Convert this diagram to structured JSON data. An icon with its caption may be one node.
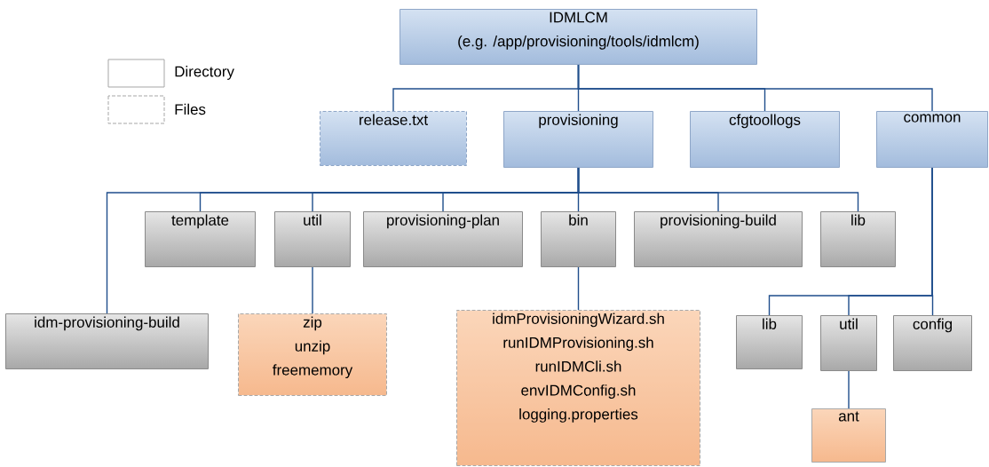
{
  "diagram": {
    "nodes": [
      {
        "text": [
          "IDMLCM",
          "(e.g. /app/provisioning/tools/idmlcm)"
        ]
      },
      {
        "text": [
          "release.txt"
        ]
      },
      {
        "text": [
          "provisioning"
        ]
      },
      {
        "text": [
          "cfgtoollogs"
        ]
      },
      {
        "text": [
          "common"
        ]
      },
      {
        "text": [
          "template"
        ]
      },
      {
        "text": [
          "util"
        ]
      },
      {
        "text": [
          "provisioning-plan"
        ]
      },
      {
        "text": [
          "bin"
        ]
      },
      {
        "text": [
          "provisioning-build"
        ]
      },
      {
        "text": [
          "lib"
        ]
      },
      {
        "text": [
          "idm-provisioning-build"
        ]
      },
      {
        "text": [
          "zip",
          "unzip",
          "freememory"
        ]
      },
      {
        "text": [
          "idmProvisioningWizard.sh",
          "runIDMProvisioning.sh",
          "runIDMCli.sh",
          "envIDMConfig.sh",
          "logging.properties"
        ]
      },
      {
        "text": [
          "lib"
        ]
      },
      {
        "text": [
          "util"
        ]
      },
      {
        "text": [
          "config"
        ]
      },
      {
        "text": [
          "ant"
        ]
      }
    ],
    "edges": [
      {
        "from": 0,
        "to": 1,
        "arrow": "none"
      },
      {
        "from": 0,
        "to": 2,
        "arrow": "none"
      },
      {
        "from": 0,
        "to": 3,
        "arrow": "none"
      },
      {
        "from": 0,
        "to": 4,
        "arrow": "none"
      },
      {
        "from": 2,
        "to": 11,
        "arrow": "none"
      },
      {
        "from": 2,
        "to": 5,
        "arrow": "none"
      },
      {
        "from": 2,
        "to": 6,
        "arrow": "none"
      },
      {
        "from": 2,
        "to": 7,
        "arrow": "none"
      },
      {
        "from": 2,
        "to": 8,
        "arrow": "none"
      },
      {
        "from": 2,
        "to": 9,
        "arrow": "none"
      },
      {
        "from": 2,
        "to": 10,
        "arrow": "none"
      },
      {
        "from": 6,
        "to": 12,
        "arrow": "none"
      },
      {
        "from": 8,
        "to": 13,
        "arrow": "none"
      },
      {
        "from": 4,
        "to": 14,
        "arrow": "none"
      },
      {
        "from": 4,
        "to": 15,
        "arrow": "none"
      },
      {
        "from": 4,
        "to": 16,
        "arrow": "none"
      },
      {
        "from": 15,
        "to": 17,
        "arrow": "none"
      }
    ],
    "legend": [
      {
        "text": "Directory"
      },
      {
        "text": "Files"
      }
    ]
  }
}
